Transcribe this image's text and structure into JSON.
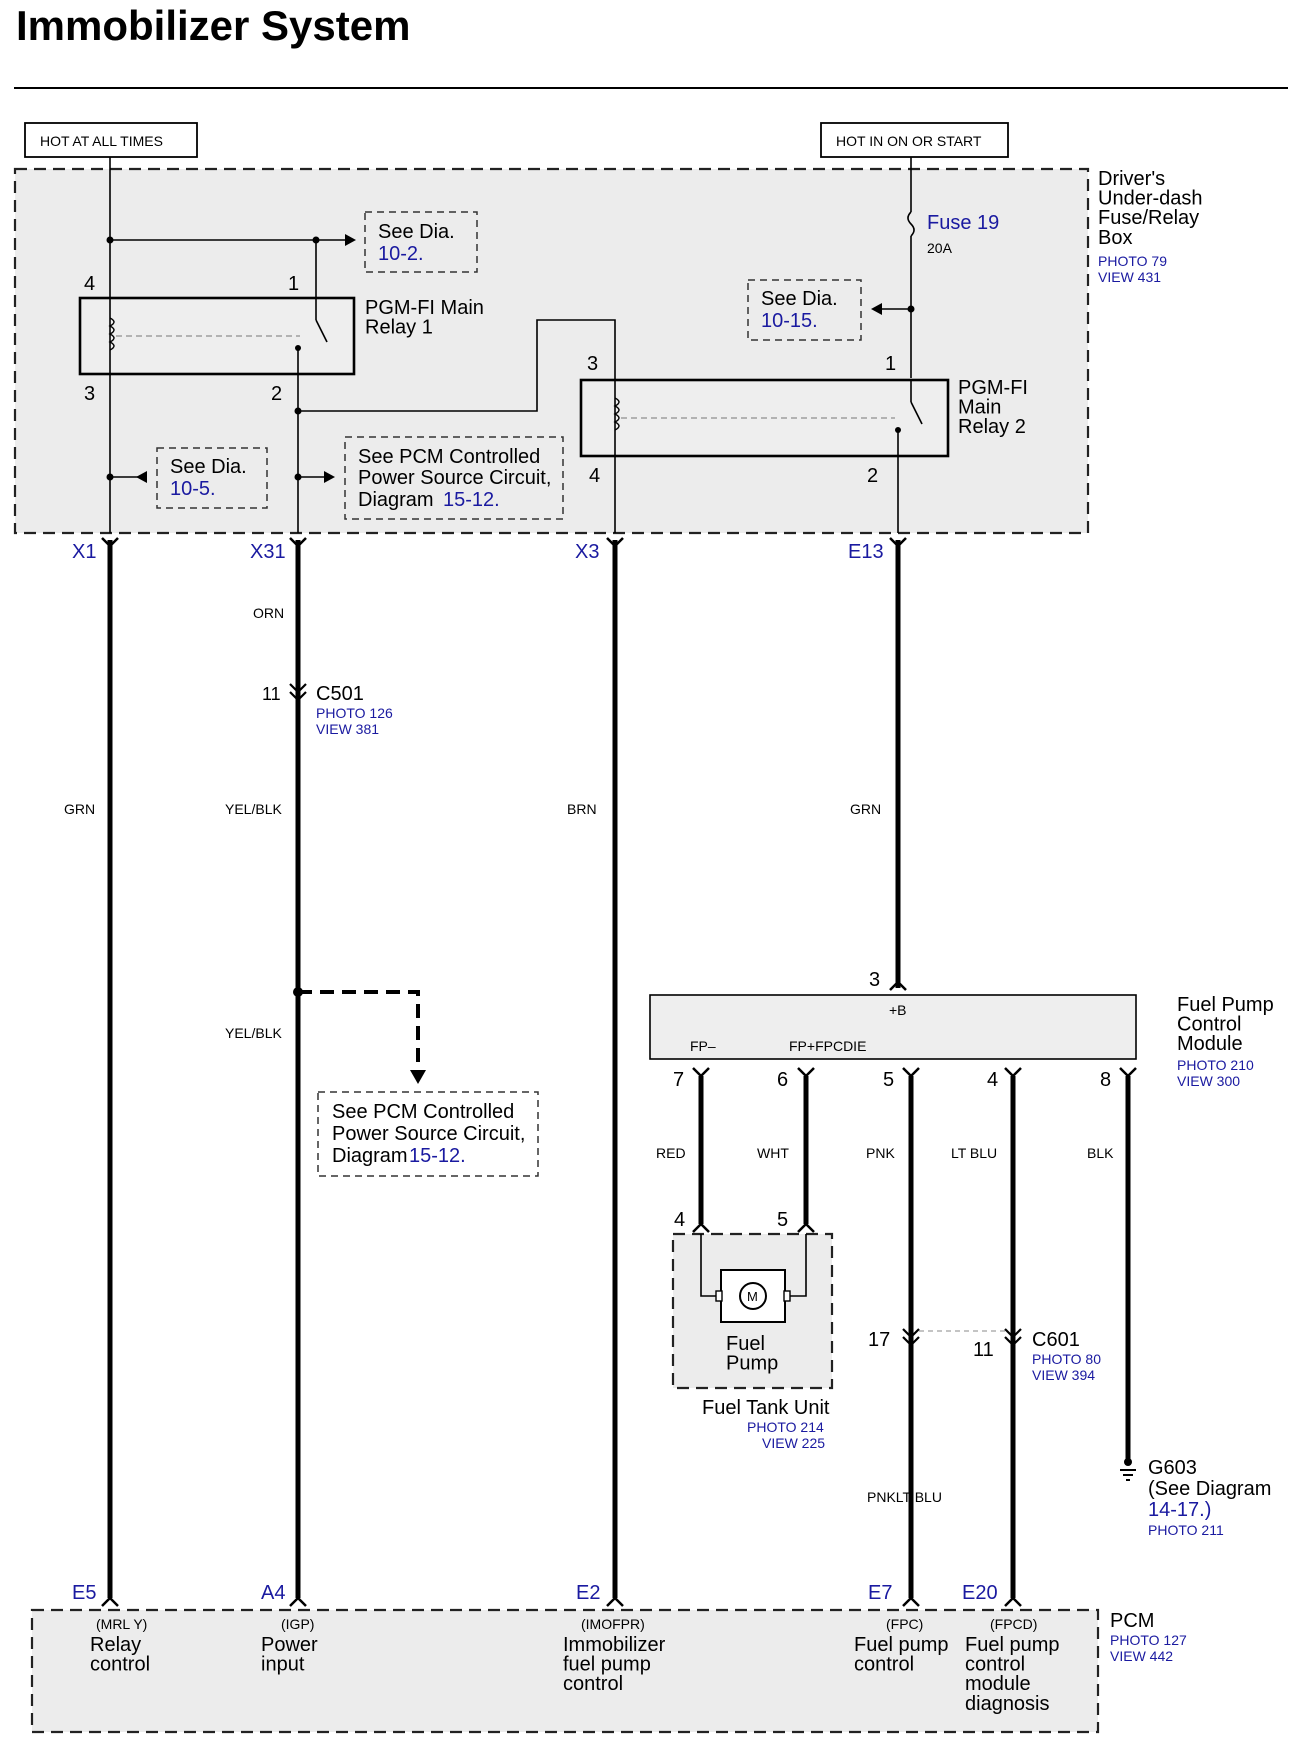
{
  "title": "Immobilizer System",
  "sources": {
    "hot_at_all_times": "HOT AT ALL TIMES",
    "hot_in_on_or_start": "HOT IN ON OR START"
  },
  "fuse_box": {
    "name": "Driver's\nUnder-dash\nFuse/Relay\nBox",
    "photo": "PHOTO 79",
    "view": "VIEW 431",
    "fuse_name": "Fuse 19",
    "fuse_rating": "20A",
    "relay1_name": "PGM-FI Main\nRelay 1",
    "relay2_name": "PGM-FI\nMain\nRelay 2",
    "relay1_pins": [
      "4",
      "1",
      "3",
      "2"
    ],
    "relay2_pins": [
      "3",
      "1",
      "4",
      "2"
    ]
  },
  "references": {
    "see_dia_prefix": "See Dia.",
    "dia_10_2": "10-2.",
    "dia_10_15": "10-15.",
    "dia_10_5": "10-5.",
    "pcm_line1": "See PCM Controlled",
    "pcm_line2": "Power Source Circuit,",
    "pcm_line3": "Diagram",
    "dia_15_12": "15-12."
  },
  "terminals": {
    "top": [
      "X1",
      "X31",
      "X3",
      "E13"
    ],
    "pcm": [
      "E5",
      "A4",
      "E2",
      "E7",
      "E20"
    ]
  },
  "wires": {
    "orn": "ORN",
    "grn_left": "GRN",
    "yelblk_1": "YEL/BLK",
    "brn": "BRN",
    "grn_right": "GRN",
    "yelblk_2": "YEL/BLK",
    "red": "RED",
    "wht": "WHT",
    "pnk": "PNK",
    "ltblu": "LT BLU",
    "blk": "BLK",
    "pnkltblu": "PNKLT BLU"
  },
  "c501": {
    "pin": "11",
    "name": "C501",
    "photo": "PHOTO 126",
    "view": "VIEW 381"
  },
  "fuel_pump_module": {
    "name": "Fuel Pump\nControl\nModule",
    "photo": "PHOTO 210",
    "view": "VIEW 300",
    "input_pin": "3",
    "plus_b": "+B",
    "fp_minus": "FP–",
    "fp_plus": "FP+FPCDIE",
    "pins": [
      "7",
      "6",
      "5",
      "4",
      "8"
    ]
  },
  "fuel_tank_unit": {
    "pins": [
      "4",
      "5"
    ],
    "motor": "M",
    "pump_name": "Fuel\nPump",
    "name": "Fuel Tank Unit",
    "photo": "PHOTO 214",
    "view": "VIEW 225"
  },
  "c601": {
    "pin_left": "17",
    "pin_right": "11",
    "name": "C601",
    "photo": "PHOTO 80",
    "view": "VIEW 394"
  },
  "g603": {
    "name": "G603",
    "see": "(See Diagram",
    "dia": "14-17.)",
    "photo": "PHOTO 211"
  },
  "pcm": {
    "name": "PCM",
    "photo": "PHOTO 127",
    "view": "VIEW 442",
    "signals": [
      {
        "code": "(MRL   Y)",
        "desc": "Relay\ncontrol"
      },
      {
        "code": "(IGP)",
        "desc": "Power\ninput"
      },
      {
        "code": "(IMOFPR)",
        "desc": "Immobilizer\nfuel pump\ncontrol"
      },
      {
        "code": "(FPC)",
        "desc": "Fuel pump\ncontrol"
      },
      {
        "code": "(FPCD)",
        "desc": "Fuel pump\ncontrol\nmodule\ndiagnosis"
      }
    ]
  },
  "colors": {
    "reference_blue": "#1a1aa0",
    "shade": "#ececec"
  }
}
